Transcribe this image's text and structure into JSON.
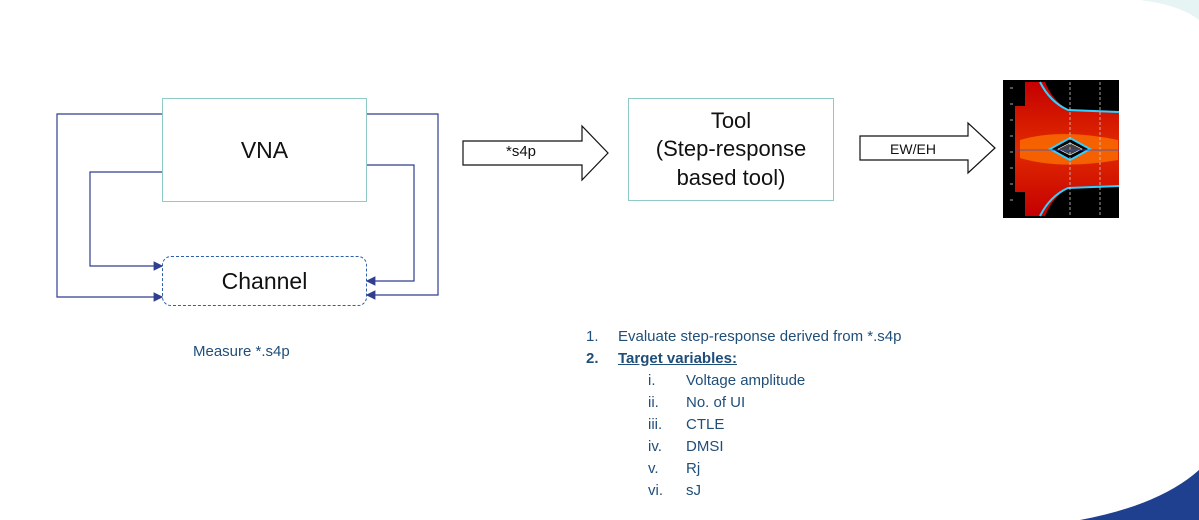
{
  "diagram": {
    "vna_label": "VNA",
    "channel_label": "Channel",
    "arrow1_label": "*s4p",
    "tool_label_lines": [
      "Tool",
      "(Step-response",
      "based tool)"
    ],
    "arrow2_label": "EW/EH",
    "measure_caption": "Measure *.s4p"
  },
  "steps": [
    {
      "num": "1.",
      "text": "Evaluate step-response derived from *.s4p",
      "bold": false
    },
    {
      "num": "2.",
      "text": "Target variables:",
      "bold": true
    }
  ],
  "target_variables": [
    {
      "num": "i.",
      "text": "Voltage amplitude"
    },
    {
      "num": "ii.",
      "text": "No. of UI"
    },
    {
      "num": "iii.",
      "text": "CTLE"
    },
    {
      "num": "iv.",
      "text": "DMSI"
    },
    {
      "num": "v.",
      "text": "Rj"
    },
    {
      "num": "vi.",
      "text": "sJ"
    }
  ],
  "colors": {
    "box_border": "#8fcac9",
    "connector": "#2f3f8f",
    "text_blue": "#1f4e79",
    "accent_bottom_right": "#1f3f8f"
  },
  "icons": {
    "eye_diagram": "eye-diagram-heatmap-image"
  }
}
